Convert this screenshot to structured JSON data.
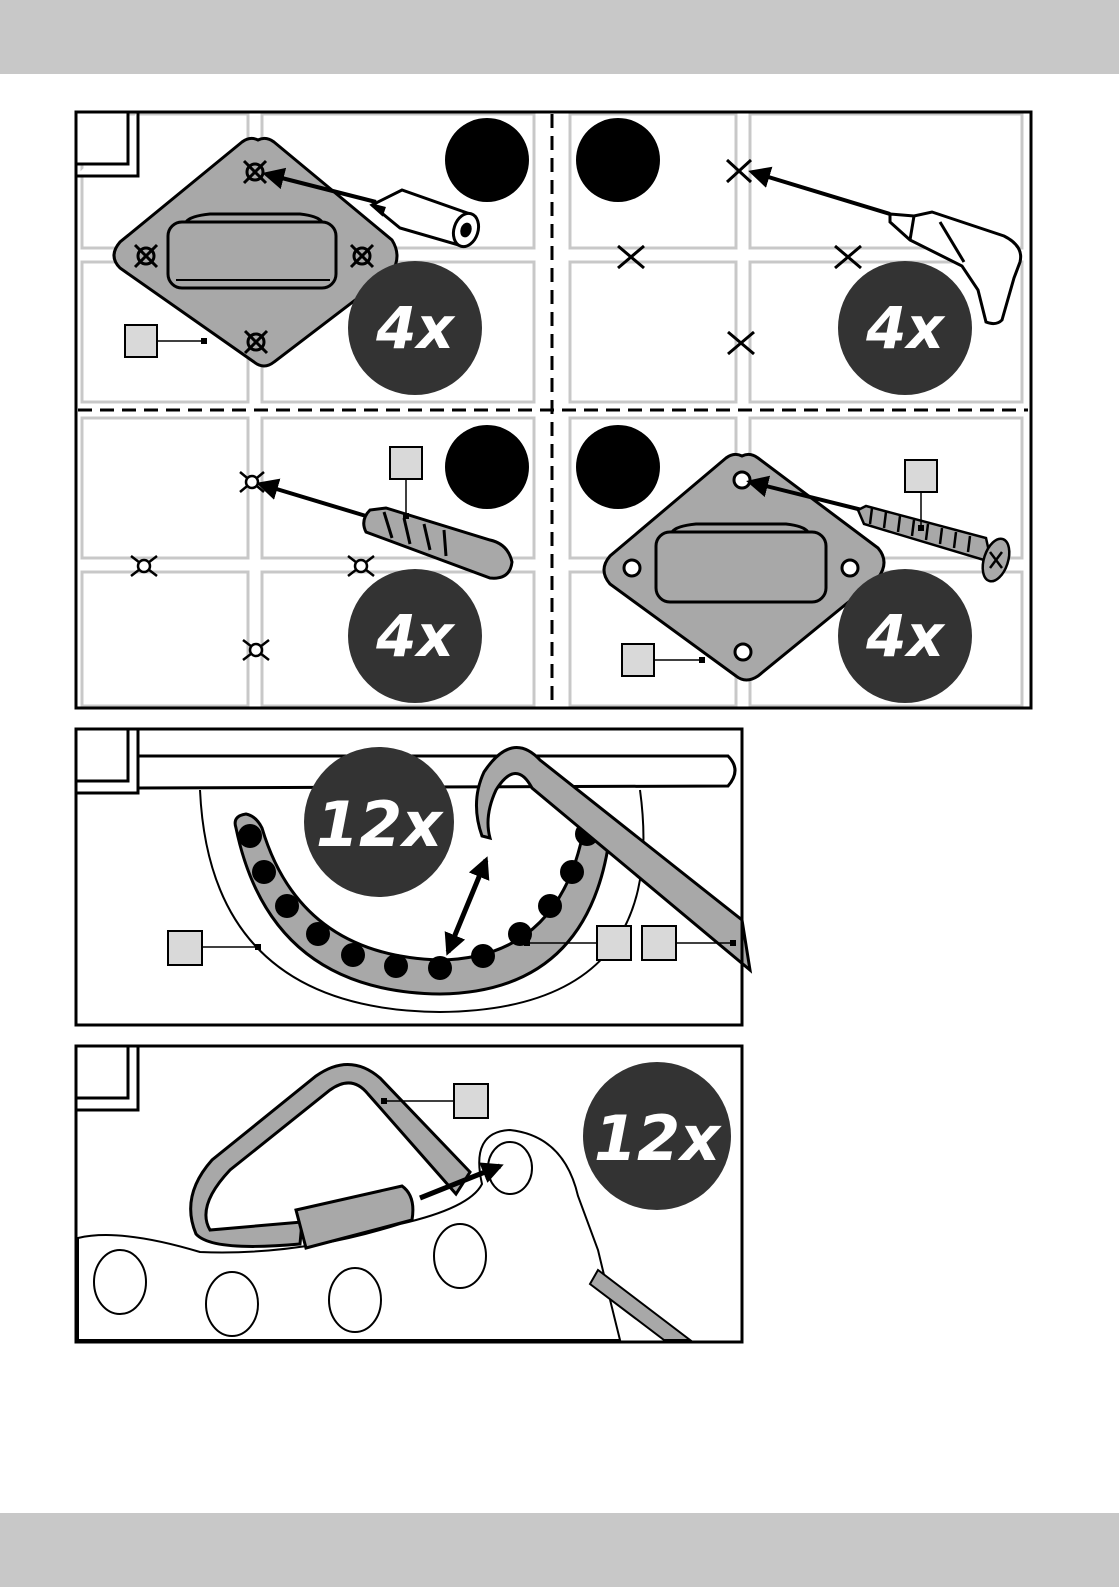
{
  "figures": {
    "mounting": {
      "step_quantities": [
        "4x",
        "4x",
        "4x",
        "4x"
      ]
    },
    "adjust": {
      "quantity": "12x"
    },
    "attach": {
      "quantity": "12x"
    }
  },
  "colors": {
    "band": "#c8c8c8",
    "part_fill": "#a8a8a8",
    "badge": "#333333",
    "label_box": "#d9d9d9",
    "grid": "#cccccc"
  }
}
